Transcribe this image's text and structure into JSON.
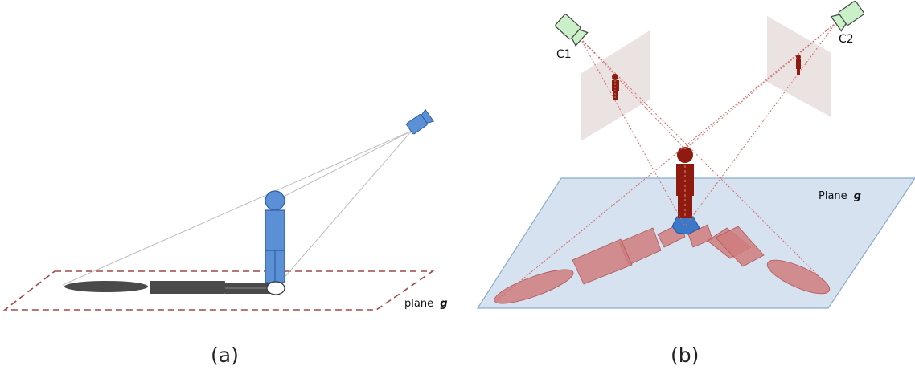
{
  "panel_a": {
    "caption": "(a)",
    "plane_label": "plane",
    "plane_symbol": "g"
  },
  "panel_b": {
    "caption": "(b)",
    "plane_label": "Plane",
    "plane_symbol": "g",
    "camera_1_label": "C1",
    "camera_2_label": "C2"
  },
  "colors": {
    "person_blue": "#5b8fd6",
    "shadow_dark": "#4a4a4a",
    "plane_dashed": "#a04848",
    "person_red": "#8f1a10",
    "shadow_red": "#cf7c7c",
    "plane_blue": "#d6e2f0",
    "camera_green": "#c9f0c9",
    "image_plane": "#e7dddd"
  }
}
